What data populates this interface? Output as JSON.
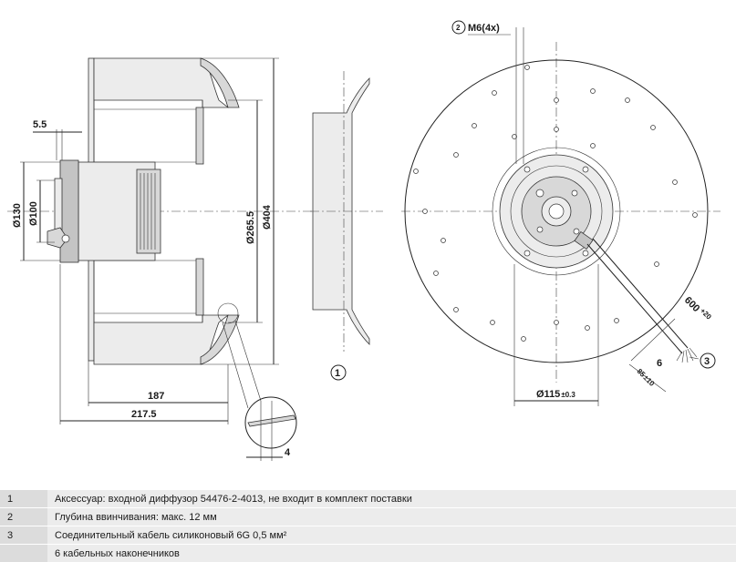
{
  "dimensions": {
    "d5_5": "5.5",
    "d130": "Ø130",
    "d100": "Ø100",
    "d265_5": "Ø265.5",
    "d404": "Ø404",
    "d187": "187",
    "d217_5": "217.5",
    "d4": "4",
    "thread": "M6(4x)",
    "d115": "Ø115",
    "d115_tol": "±0.3",
    "cable_len": "600",
    "cable_len_tol": "+20",
    "d6": "6",
    "d85": "85",
    "d85_tol": "±10"
  },
  "callouts": {
    "c1": "1",
    "c2": "2",
    "c3": "3"
  },
  "notes": [
    {
      "num": "1",
      "text": "Аксессуар: входной диффузор 54476-2-4013, не входит в комплект поставки"
    },
    {
      "num": "2",
      "text": "Глубина ввинчивания: макс. 12 мм"
    },
    {
      "num": "3",
      "text": "Соединительный кабель силиконовый 6G 0,5 мм²"
    },
    {
      "num": "",
      "text": "6 кабельных наконечников"
    }
  ]
}
